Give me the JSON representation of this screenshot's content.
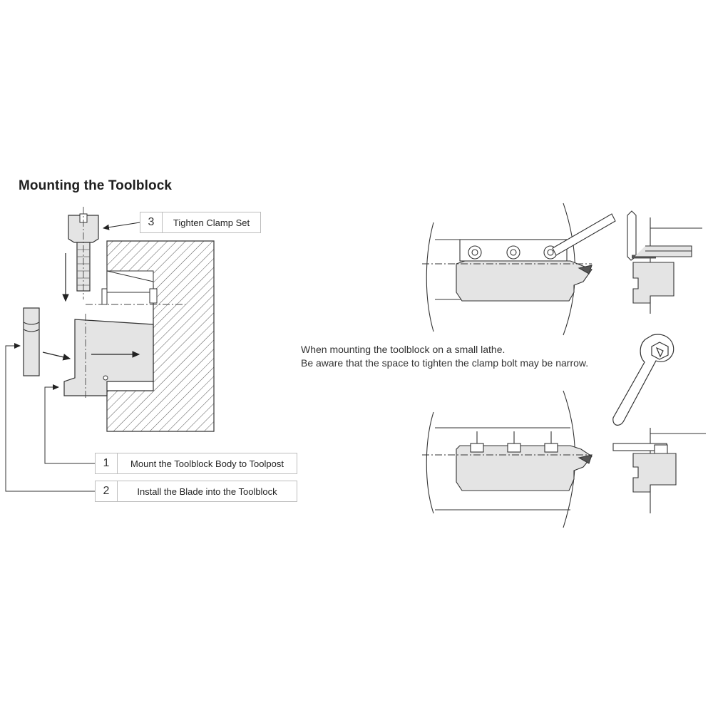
{
  "title": "Mounting the Toolblock",
  "steps": [
    {
      "num": "1",
      "text": "Mount the Toolblock Body to Toolpost"
    },
    {
      "num": "2",
      "text": "Install the Blade into the Toolblock"
    },
    {
      "num": "3",
      "text": "Tighten Clamp Set"
    }
  ],
  "note": {
    "line1": "When mounting the toolblock on a small lathe.",
    "line2": "Be aware that the space to tighten the clamp bolt may be narrow."
  },
  "colors": {
    "line": "#333333",
    "part_fill": "#e4e4e4",
    "box_border": "#bdbdbd"
  }
}
